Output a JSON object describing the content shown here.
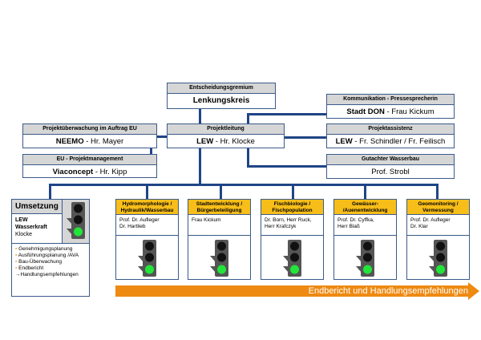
{
  "top": {
    "header": "Entscheidungsgremium",
    "body": "Lenkungskreis"
  },
  "lead": {
    "header": "Projektleitung",
    "body_bold": "LEW",
    "body_rest": " - Hr. Klocke"
  },
  "comm": {
    "header": "Kommunikation - Pressesprecherin",
    "body_bold": "Stadt DON",
    "body_rest": " - Frau Kickum"
  },
  "assist": {
    "header": "Projektassistenz",
    "body_bold": "LEW",
    "body_rest": " - Fr. Schindler / Fr. Feilisch"
  },
  "expert": {
    "header": "Gutachter Wasserbau",
    "body": "Prof. Strobl"
  },
  "monitor": {
    "header": "Projektüberwachung im Auftrag EU",
    "body_bold": "NEEMO",
    "body_rest": " - Hr. Mayer"
  },
  "eu": {
    "header": "EU - Projektmanagement",
    "body_bold": "Viaconcept",
    "body_rest": " - Hr. Kipp"
  },
  "umsetzung": {
    "title": "Umsetzung",
    "org": [
      "LEW",
      "Wasserkraft"
    ],
    "person": "Klocke",
    "tasks": [
      "Genehmigungsplanung",
      "Ausführungsplanung /AVA",
      "Bau-Überwachung",
      "Endbericht"
    ],
    "final": "→Handlungsempfehlungen",
    "light": "green"
  },
  "cards": [
    {
      "title": "Hydromorphologie / Hydraulik/Wasserbau",
      "names": "Prof. Dr. Aufleger\nDr. Hartlieb",
      "light": "green"
    },
    {
      "title": "Stadtentwicklung / Bürgerbeteiligung",
      "names": "Frau Kickum",
      "light": "green"
    },
    {
      "title": "Fischbiologie / Fischpopulation",
      "names": "Dr. Born, Herr Ruck,\nHerr Krafczyk",
      "light": "green"
    },
    {
      "title": "Gewässer- /Auenentwicklung",
      "names": "Prof. Dr. Cyffka,\nHerr Blaß",
      "light": "green"
    },
    {
      "title": "Geomonitoring / Vermessung",
      "names": "Prof. Dr. Aufleger\nDr. Klar",
      "light": "green"
    }
  ],
  "arrow": {
    "label": "Endbericht und Handlungsempfehlungen"
  },
  "colors": {
    "line": "#1f4586",
    "header_gray": "#d6d6d6",
    "header_yellow": "#f7be1a",
    "arrow": "#ee8a12",
    "light_on": "#22e53a"
  }
}
